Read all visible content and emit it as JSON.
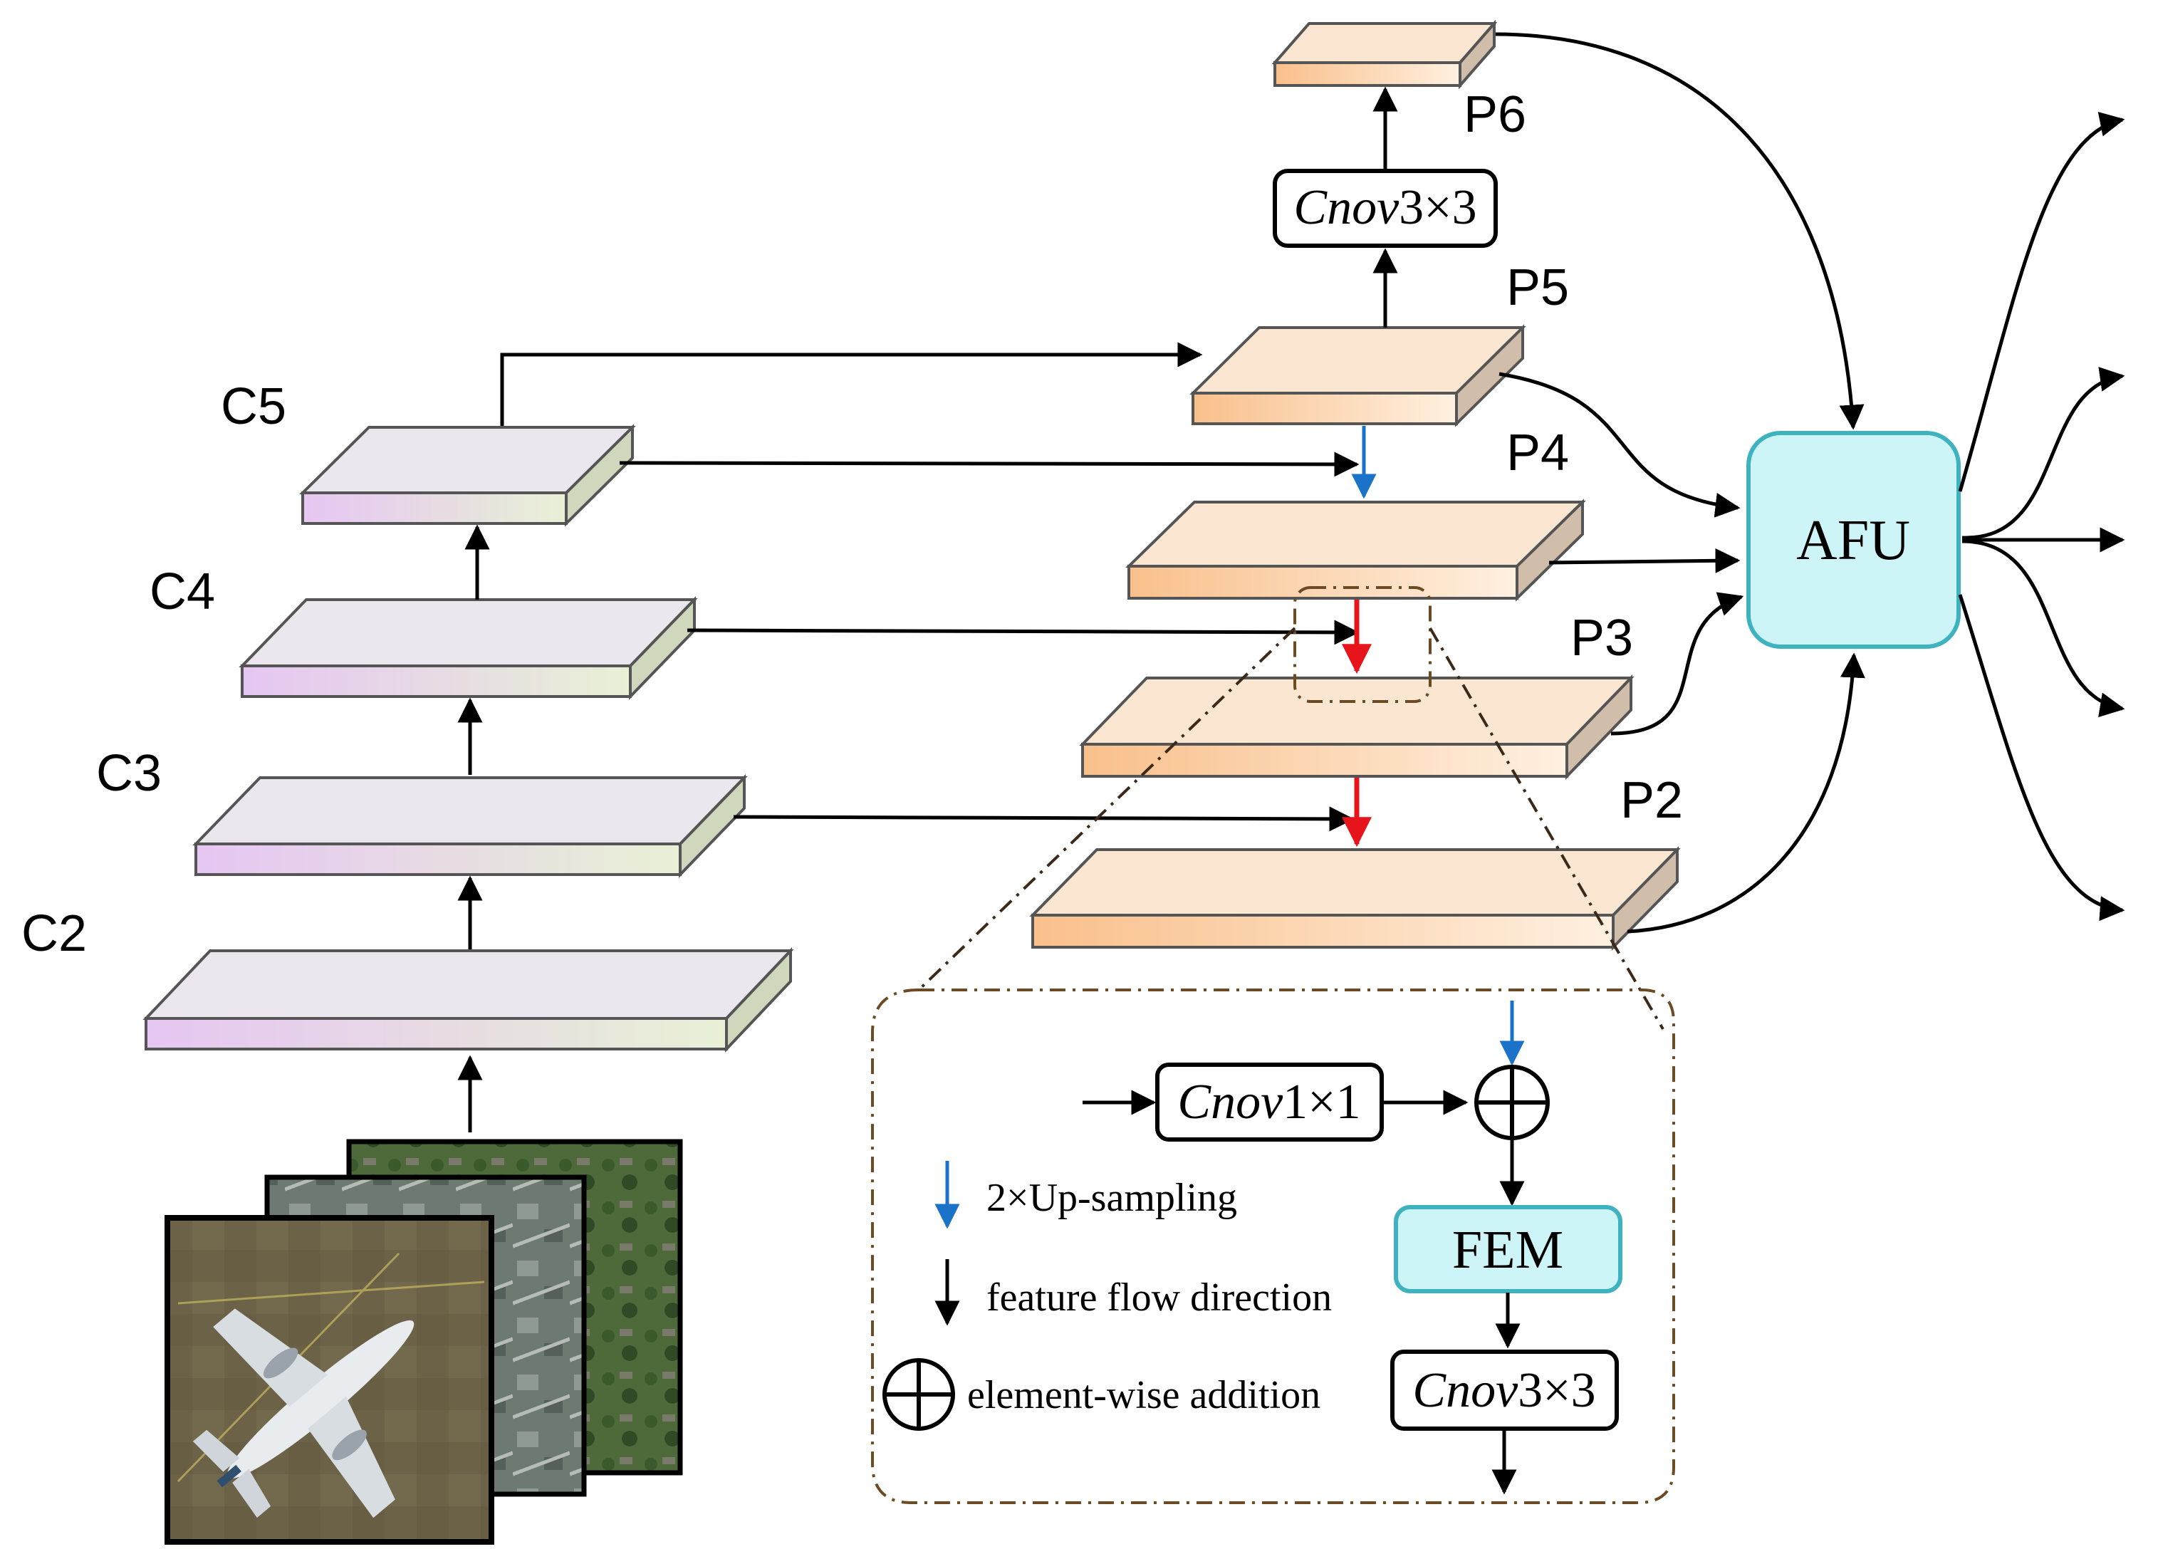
{
  "backbone": {
    "labels": [
      "C2",
      "C3",
      "C4",
      "C5"
    ]
  },
  "pyramid": {
    "labels": [
      "P2",
      "P3",
      "P4",
      "P5",
      "P6"
    ]
  },
  "top_conv": {
    "italic": "Cnov",
    "rest": "3×3"
  },
  "afu": {
    "label": "AFU"
  },
  "detail": {
    "conv1": {
      "italic": "Cnov",
      "rest": "1×1"
    },
    "fem": {
      "label": "FEM"
    },
    "conv3": {
      "italic": "Cnov",
      "rest": "3×3"
    },
    "legend": {
      "upsampling": "2×Up-sampling",
      "flow": "feature flow direction",
      "addition": "element-wise addition"
    }
  },
  "colors": {
    "backbone_left": "#e6c6f2",
    "backbone_right": "#e8f0d6",
    "backbone_side": "#cfd7bc",
    "pyramid_left": "#f9c08c",
    "pyramid_right": "#fff0e0",
    "pyramid_side": "#d1beaa",
    "upsample_arrow": "#1a73c9",
    "highlight_arrow": "#e8141c",
    "module_fill": "#cdf5f8",
    "module_stroke": "#3fb2bf",
    "detail_border": "#6b4a24"
  }
}
